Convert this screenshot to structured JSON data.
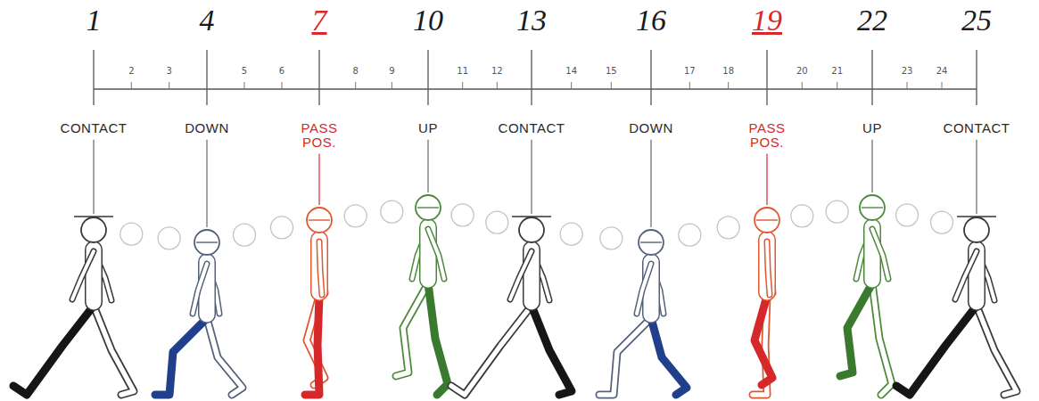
{
  "diagram": {
    "labels": [
      "1",
      "4",
      "7",
      "10",
      "13",
      "16",
      "19",
      "22",
      "25",
      "2",
      "3",
      "5",
      "6",
      "8",
      "9",
      "11",
      "12",
      "14",
      "15",
      "17",
      "18",
      "20",
      "21",
      "23",
      "24",
      "CONTACT",
      "DOWN",
      "PASS POS.",
      "UP",
      "CONTACT",
      "DOWN",
      "PASS POS.",
      "UP",
      "CONTACT"
    ]
  }
}
